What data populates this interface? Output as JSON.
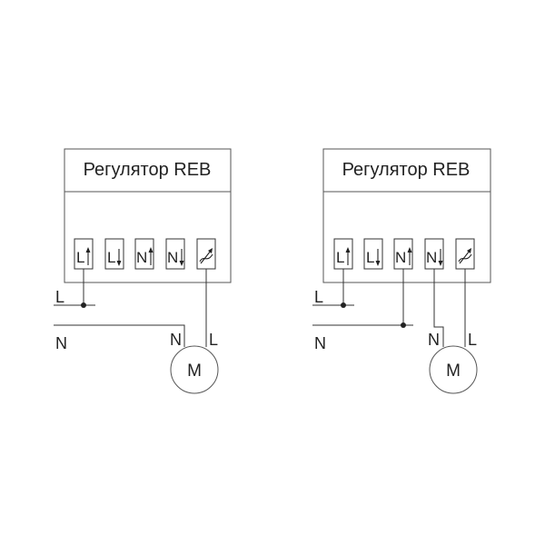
{
  "diagrams": [
    {
      "controller_title": "Регулятор REB",
      "terminals": [
        "L",
        "L",
        "N",
        "N"
      ],
      "supply_l": "L",
      "supply_n": "N",
      "motor_n": "N",
      "motor_l": "L",
      "motor": "M"
    },
    {
      "controller_title": "Регулятор REB",
      "terminals": [
        "L",
        "L",
        "N",
        "N"
      ],
      "supply_l": "L",
      "supply_n": "N",
      "motor_n": "N",
      "motor_l": "L",
      "motor": "M"
    }
  ],
  "icons": {
    "up_arrow": "arrow-up-icon",
    "down_arrow": "arrow-down-icon",
    "variable": "variable-output-icon"
  },
  "colors": {
    "line": "#333333",
    "border": "#555555",
    "text": "#222222"
  }
}
